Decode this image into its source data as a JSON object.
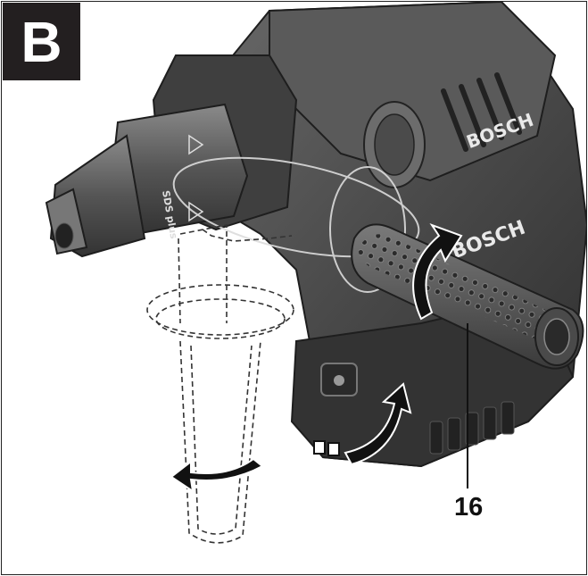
{
  "figure": {
    "panel_letter": "B",
    "callout_number": "16",
    "brand_text_upper": "BOSCH",
    "brand_text_handle": "BOSCH",
    "chuck_text": "SDS plus"
  }
}
